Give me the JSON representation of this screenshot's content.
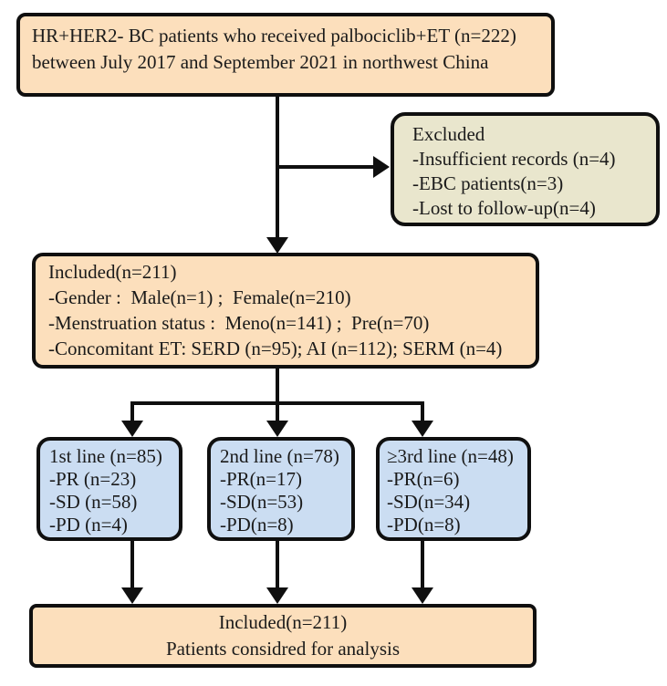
{
  "colors": {
    "peach": "#fcdfbc",
    "olive": "#e9e6cd",
    "blue": "#cbddf2",
    "line": "#0f0f0f",
    "text": "#1a1a1a",
    "bg": "#ffffff"
  },
  "flowchart": {
    "enrollment_box": {
      "lines": [
        "HR+HER2- BC patients who received palbociclib+ET (n=222)",
        "between July 2017 and September 2021 in northwest China"
      ]
    },
    "excluded_box": {
      "lines": [
        "Excluded",
        "-Insufficient records (n=4)",
        "-EBC patients(n=3)",
        "-Lost to follow-up(n=4)"
      ]
    },
    "included_box": {
      "lines": [
        "Included(n=211)",
        "-Gender :  Male(n=1) ;  Female(n=210)",
        "-Menstruation status :  Meno(n=141) ;  Pre(n=70)",
        "-Concomitant ET: SERD (n=95); AI (n=112); SERM (n=4)"
      ]
    },
    "first_line_box": {
      "lines": [
        "1st line (n=85)",
        "-PR (n=23)",
        "-SD (n=58)",
        "-PD (n=4)"
      ]
    },
    "second_line_box": {
      "lines": [
        "2nd line (n=78)",
        "-PR(n=17)",
        "-SD(n=53)",
        "-PD(n=8)"
      ]
    },
    "third_line_box": {
      "lines": [
        "≥3rd line (n=48)",
        "-PR(n=6)",
        "-SD(n=34)",
        "-PD(n=8)"
      ]
    },
    "analysis_box": {
      "lines": [
        "Included(n=211)",
        "Patients considred for analysis"
      ]
    }
  }
}
